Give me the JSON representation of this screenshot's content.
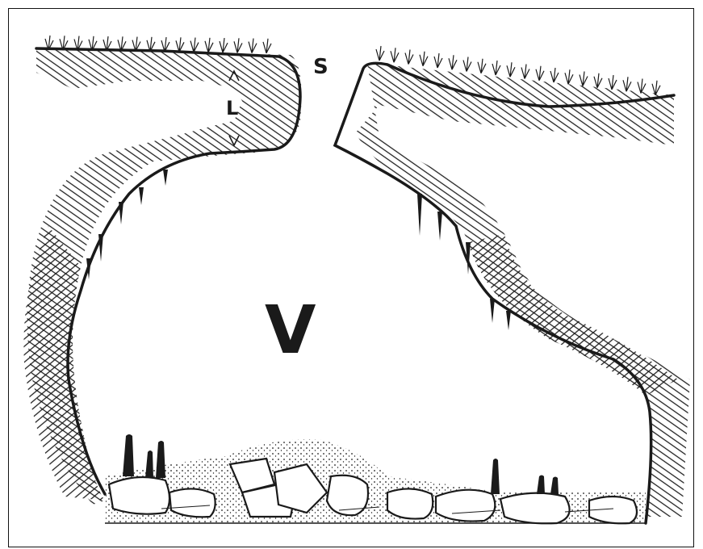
{
  "labels": {
    "sinkhole_opening": "S",
    "roof_thickness": "L",
    "void": "V"
  },
  "colors": {
    "ink": "#1a1a1a",
    "paper": "#ffffff"
  }
}
